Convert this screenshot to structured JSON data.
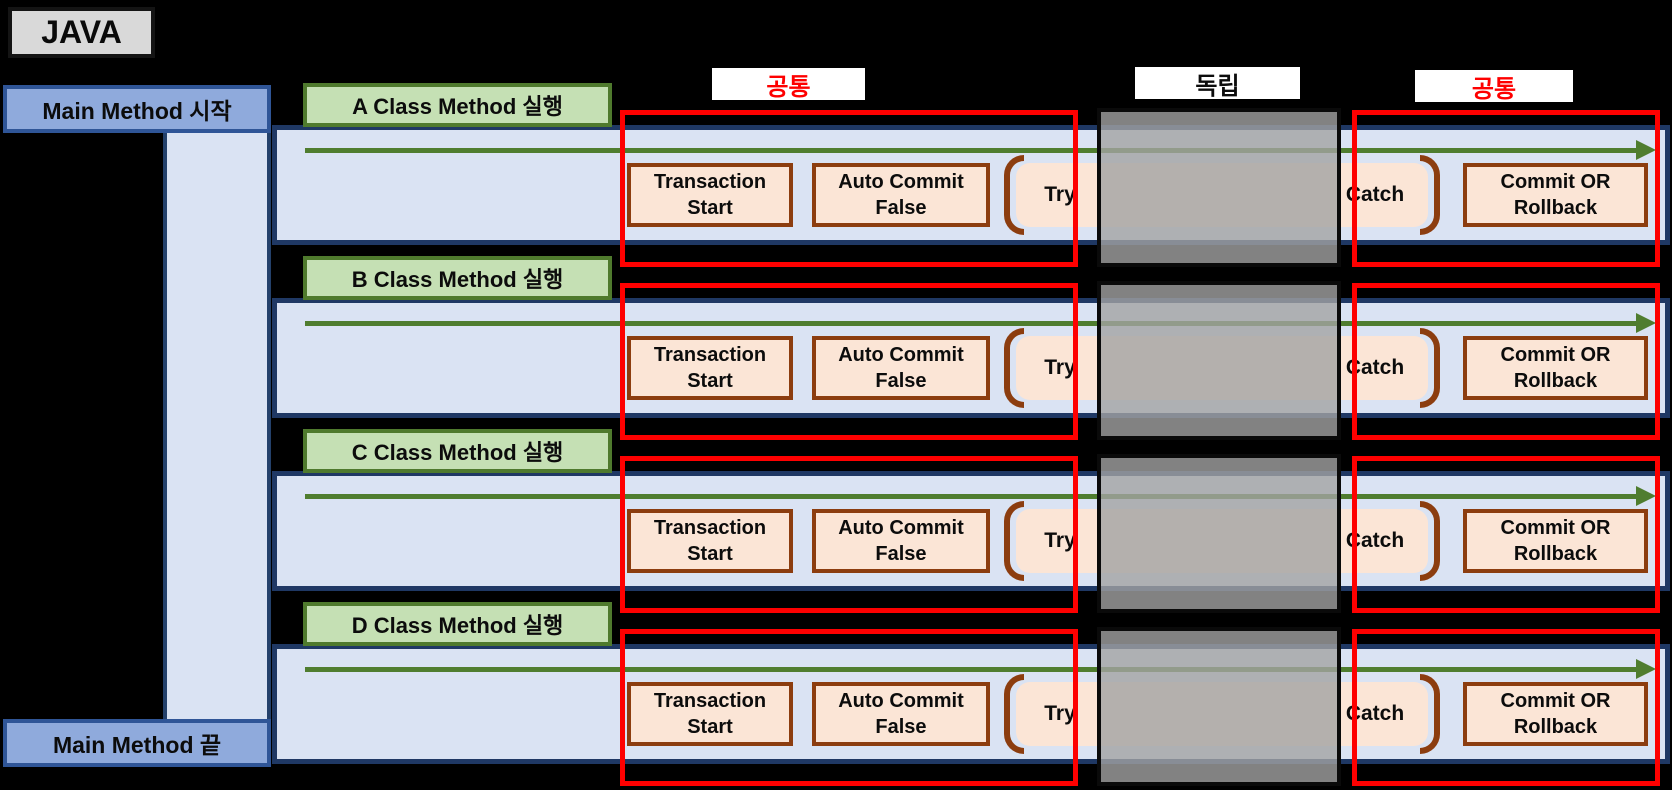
{
  "title": "JAVA",
  "main_method": {
    "start_label": "Main Method 시작",
    "end_label": "Main Method 끝"
  },
  "headers": [
    {
      "label": "공통",
      "text_color": "#fe0000"
    },
    {
      "label": "독립",
      "text_color": "#0c0c0c"
    },
    {
      "label": "공통",
      "text_color": "#fe0000"
    }
  ],
  "rows": [
    {
      "label": "A Class Method 실행"
    },
    {
      "label": "B Class Method 실행"
    },
    {
      "label": "C Class Method 실행"
    },
    {
      "label": "D Class Method 실행"
    }
  ],
  "blocks": {
    "transaction": "Transaction\nStart",
    "auto_commit": "Auto Commit\nFalse",
    "try": "Try",
    "catch": "Catch",
    "commit": "Commit OR\nRollback"
  },
  "colors": {
    "background": "#000000",
    "band_fill": "#dae3f3",
    "band_border": "#1f3864",
    "label_green_fill": "#c5e0b4",
    "label_green_border": "#4f7a2d",
    "blue_fill": "#8faadc",
    "blue_border": "#2f5597",
    "peach_fill": "#fbe5d6",
    "peach_border": "#8c3d0f",
    "arrow_green": "#4f7d2f",
    "highlight_red": "#fe0000",
    "overlay_gray": "rgba(163,163,163,0.8)",
    "title_gray": "#d9d9d9"
  }
}
